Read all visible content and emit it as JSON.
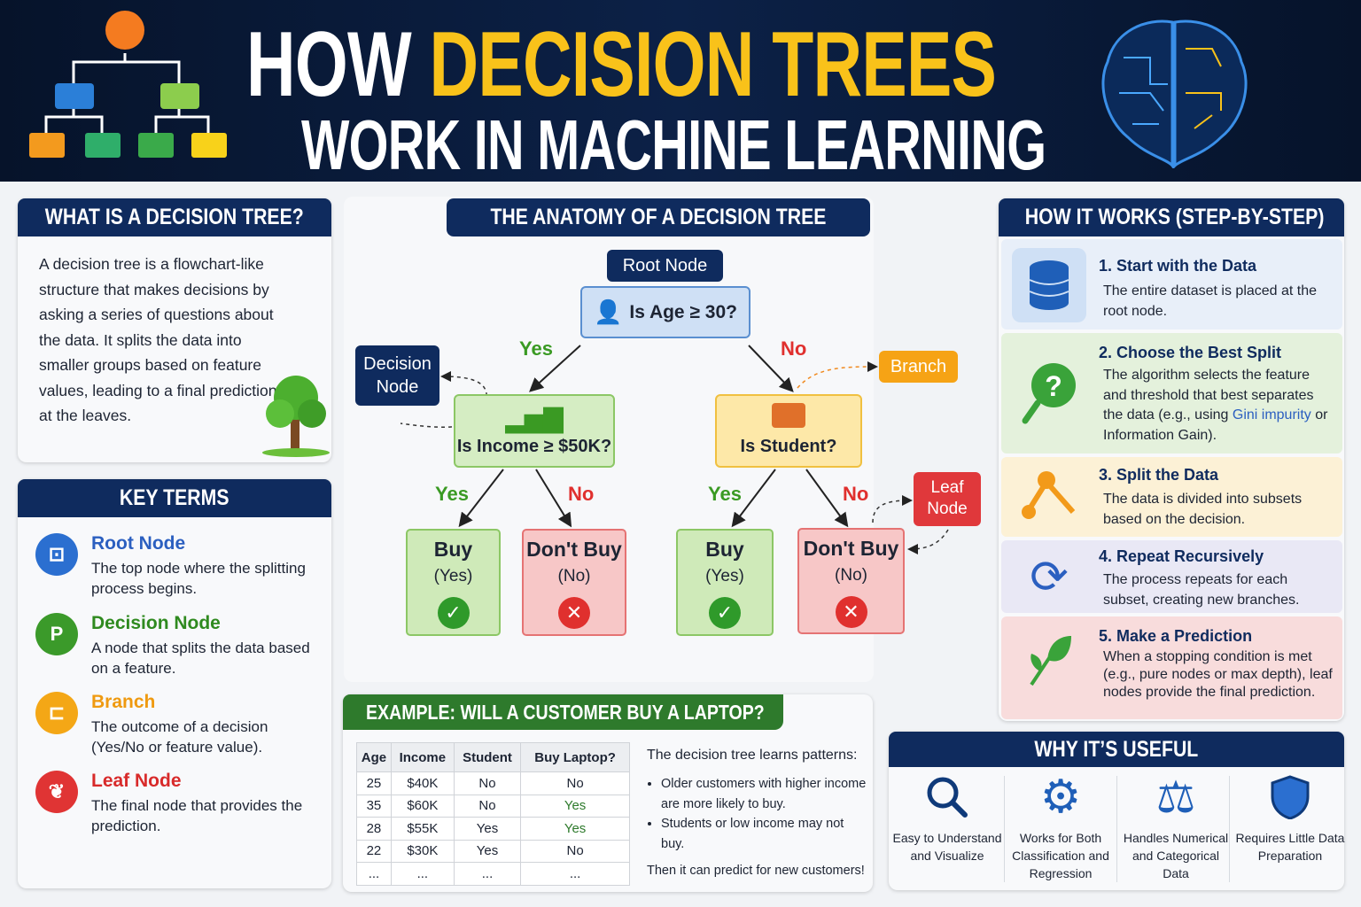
{
  "title": {
    "line1_white": "HOW",
    "line1_yellow": "DECISION TREES",
    "line2": "WORK IN MACHINE LEARNING"
  },
  "what": {
    "title": "WHAT IS A DECISION TREE?",
    "text": "A decision tree is a flowchart-like structure that makes decisions by asking a series of questions about the data. It splits the data into smaller groups based on feature values, leading to a final prediction at the leaves."
  },
  "terms": {
    "title": "KEY TERMS",
    "items": [
      {
        "label": "Root Node",
        "desc": "The top node where the splitting process begins.",
        "color": "#2b6fd0",
        "icon": "root-node-icon"
      },
      {
        "label": "Decision Node",
        "desc": "A node that splits the data based on a feature.",
        "color": "#3b9a2a",
        "icon": "decision-node-icon"
      },
      {
        "label": "Branch",
        "desc": "The outcome of a decision (Yes/No or feature value).",
        "color": "#f4a716",
        "icon": "branch-icon"
      },
      {
        "label": "Leaf Node",
        "desc": "The final node that provides the prediction.",
        "color": "#e03434",
        "icon": "leaf-icon"
      }
    ]
  },
  "anatomy": {
    "title": "THE ANATOMY OF A DECISION TREE",
    "root_label": "Root Node",
    "root_q": "Is Age ≥ 30?",
    "decision_label": "Decision Node",
    "branch_label": "Branch",
    "leaf_label": "Leaf Node",
    "income_q": "Is Income ≥ $50K?",
    "student_q": "Is Student?",
    "yes": "Yes",
    "no": "No",
    "leaves": [
      {
        "a": "Buy",
        "b": "(Yes)"
      },
      {
        "a": "Don't Buy",
        "b": "(No)"
      },
      {
        "a": "Buy",
        "b": "(Yes)"
      },
      {
        "a": "Don't Buy",
        "b": "(No)"
      }
    ]
  },
  "example": {
    "title": "EXAMPLE: WILL A CUSTOMER BUY A LAPTOP?",
    "headers": [
      "Age",
      "Income",
      "Student",
      "Buy Laptop?"
    ],
    "rows": [
      [
        "25",
        "$40K",
        "No",
        "No"
      ],
      [
        "35",
        "$60K",
        "No",
        "Yes"
      ],
      [
        "28",
        "$55K",
        "Yes",
        "Yes"
      ],
      [
        "22",
        "$30K",
        "Yes",
        "No"
      ],
      [
        "...",
        "...",
        "...",
        "..."
      ]
    ],
    "learns": "The decision tree learns patterns:",
    "bullets": [
      "Older customers with higher income are more likely to buy.",
      "Students or low income may not buy."
    ],
    "footer": "Then it can predict for new customers!"
  },
  "steps": {
    "title": "HOW IT WORKS (STEP-BY-STEP)",
    "items": [
      {
        "h": "1. Start with the Data",
        "d": "The entire dataset is placed at the root node."
      },
      {
        "h": "2. Choose the Best Split",
        "d1": "The algorithm selects the feature and threshold that best separates the data (e.g., using ",
        "link": "Gini impurity",
        "d2": " or Information Gain)."
      },
      {
        "h": "3. Split the Data",
        "d": "The data is divided into subsets based on the decision."
      },
      {
        "h": "4. Repeat Recursively",
        "d": "The process repeats for each subset, creating new branches."
      },
      {
        "h": "5. Make a Prediction",
        "d": "When a stopping condition is met (e.g., pure nodes or max depth), leaf nodes provide the final prediction."
      }
    ]
  },
  "useful": {
    "title": "WHY IT’S USEFUL",
    "items": [
      "Easy to Understand and Visualize",
      "Works for Both Classification and Regression",
      "Handles Numerical and Categorical Data",
      "Requires Little Data Preparation"
    ]
  }
}
